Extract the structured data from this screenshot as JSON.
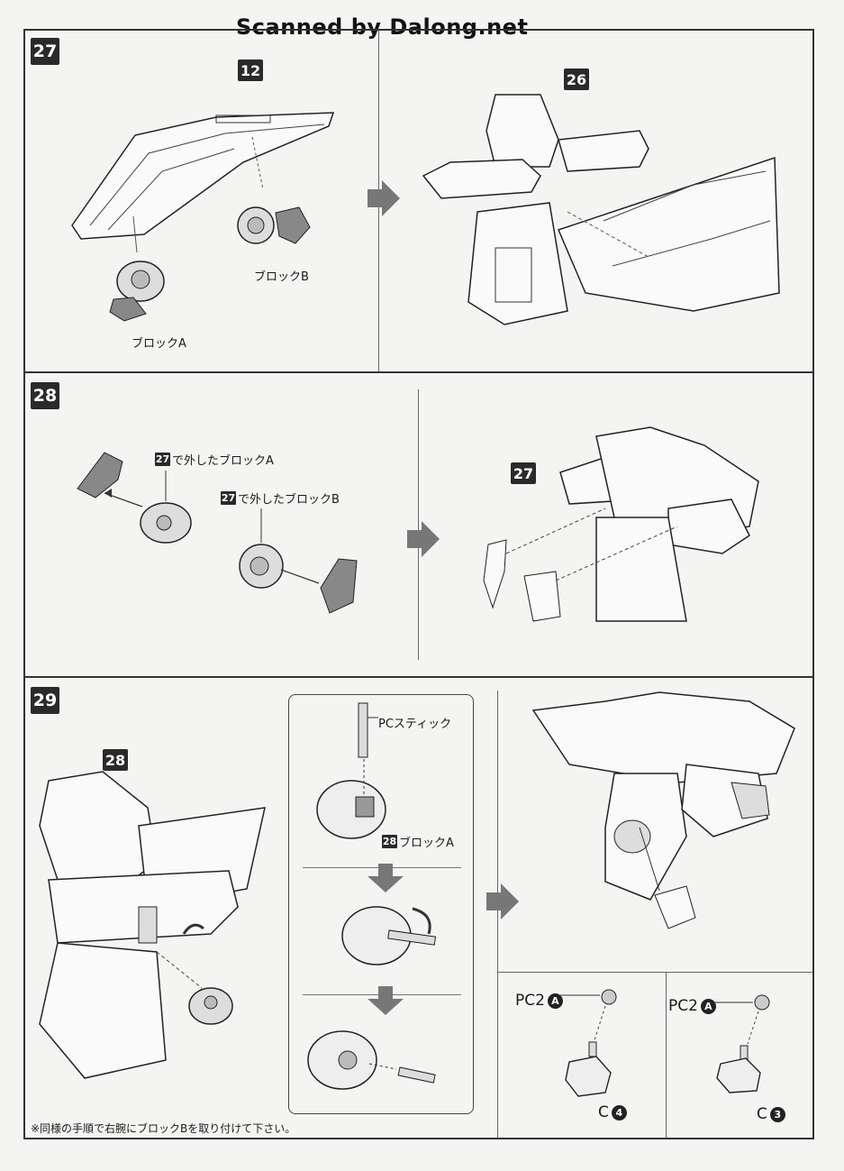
{
  "header": {
    "watermark": "Scanned by Dalong.net"
  },
  "steps": [
    {
      "number": "27",
      "part_ref_left": "12",
      "part_ref_right": "26",
      "label_block_b": "ブロックB",
      "label_block_a": "ブロックA"
    },
    {
      "number": "28",
      "callout_a_ref": "27",
      "callout_a_text": "で外したブロックA",
      "callout_b_ref": "27",
      "callout_b_text": "で外したブロックB",
      "part_ref_right": "27"
    },
    {
      "number": "29",
      "part_ref_left": "28",
      "inset_pc_stick": "PCスティック",
      "inset_block_ref": "28",
      "inset_block_text": "ブロックA",
      "pc2_left_label": "PC2",
      "pc2_left_circle": "A",
      "c_left_label": "C",
      "c_left_circle": "4",
      "pc2_right_label": "PC2",
      "pc2_right_circle": "A",
      "c_right_label": "C",
      "c_right_circle": "3"
    }
  ],
  "footer": {
    "note": "※同様の手順で右腕にブロックBを取り付けて下さい。"
  }
}
